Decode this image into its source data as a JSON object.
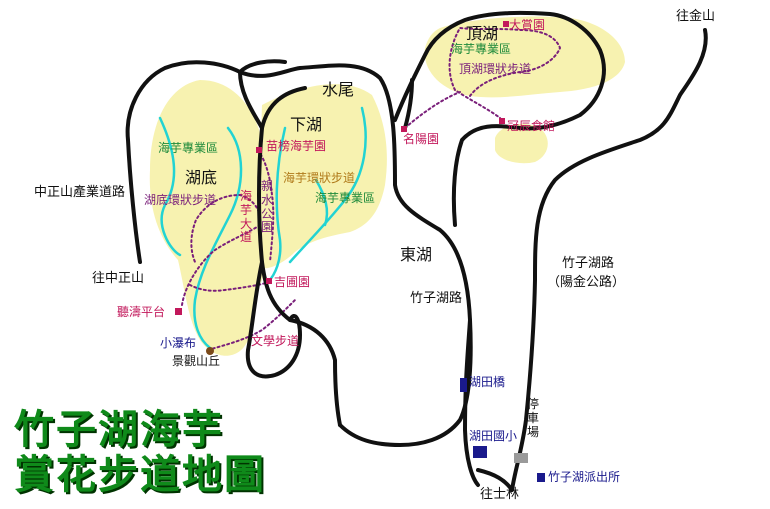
{
  "title": {
    "line1": "竹子湖海芋",
    "line2": "賞花步道地圖"
  },
  "areas": {
    "hudi": "湖底",
    "shuiwei": "水尾",
    "xiahu": "下湖",
    "dinghu": "頂湖",
    "donghu": "東湖"
  },
  "roads": {
    "zhongzhengshan_industry_road": "中正山產業道路",
    "to_zhongzhengshan": "往中正山",
    "to_jinshan": "往金山",
    "to_shilin": "往士林",
    "zhuzihu_road": "竹子湖路",
    "zhuzihu_road_east_line1": "竹子湖路",
    "zhuzihu_road_east_line2": "（陽金公路）"
  },
  "zones": {
    "hudi_taro": "海芋專業區",
    "xiahu_taro": "海芋專業區",
    "dinghu_taro": "海芋專業區"
  },
  "trails": {
    "hudi_loop": "湖底環狀步道",
    "xiahu_loop": "海芋環狀步道",
    "dinghu_loop": "頂湖環狀步道",
    "taro_avenue": "海芋大道",
    "water_channel": "親水公園",
    "literature": "文學步道"
  },
  "pois": {
    "miaobang": "苗榜海芋園",
    "jipu": "吉圃園",
    "tingtao": "聽濤平台",
    "xiaopubu": "小瀑布",
    "jingguan": "景觀山丘",
    "dashang": "大賞園",
    "mingyang": "名陽園",
    "guanchen": "冠辰食館",
    "hutian_bridge": "湖田橋",
    "hutian_school": "湖田國小",
    "police": "竹子湖派出所",
    "parking": "停車場"
  },
  "colors": {
    "flower_area": "#f7f2b0",
    "road": "#111111",
    "stream": "#22d3d3",
    "trail": "#7a1f7a",
    "label_green": "#1e8a3a",
    "label_magenta": "#c2185b",
    "label_blue": "#1a1a8c",
    "title_green": "#0f8a1a"
  }
}
